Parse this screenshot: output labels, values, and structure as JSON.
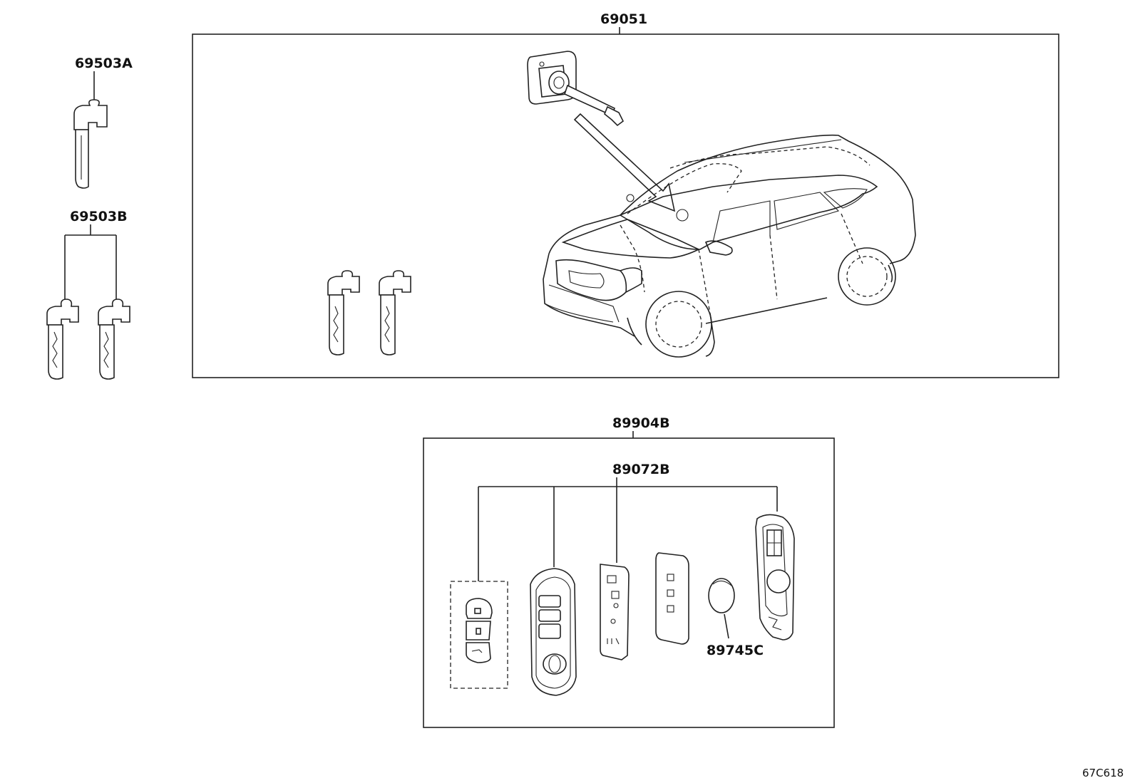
{
  "labels": {
    "assembly_69051": "69051",
    "key_69503A": "69503A",
    "key_69503B": "69503B",
    "kit_89904B": "89904B",
    "transmitter_89072B": "89072B",
    "battery_89745C": "89745C",
    "diagram_code": "67C618"
  }
}
